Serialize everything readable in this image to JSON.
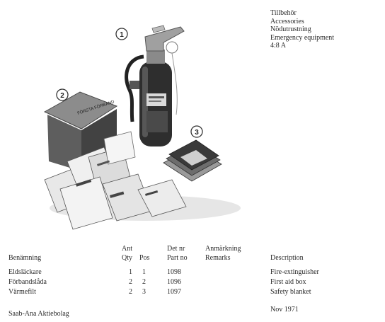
{
  "header": {
    "lines": [
      "Tillbehör",
      "Accessories",
      "Nödutrustning",
      "Emergency equipment",
      "4:8 A"
    ]
  },
  "callouts": [
    "1",
    "2",
    "3"
  ],
  "table": {
    "columns": {
      "name": "Benämning",
      "qty": [
        "Ant",
        "Qty"
      ],
      "pos": "Pos",
      "part": [
        "Det nr",
        "Part no"
      ],
      "remarks": [
        "Anmärkning",
        "Remarks"
      ],
      "description": "Description"
    },
    "rows": [
      {
        "name": "Eldsläckare",
        "qty": "1",
        "pos": "1",
        "part": "1098",
        "remarks": "",
        "description": "Fire-extinguisher"
      },
      {
        "name": "Förbandslåda",
        "qty": "2",
        "pos": "2",
        "part": "1096",
        "remarks": "",
        "description": "First aid box"
      },
      {
        "name": "Värmefilt",
        "qty": "2",
        "pos": "3",
        "part": "1097",
        "remarks": "",
        "description": "Safety blanket"
      }
    ]
  },
  "footer": {
    "company": "Saab-Ana Aktiebolag",
    "date": "Nov 1971"
  },
  "box_label": "FÖRSTA FÖRBAND"
}
